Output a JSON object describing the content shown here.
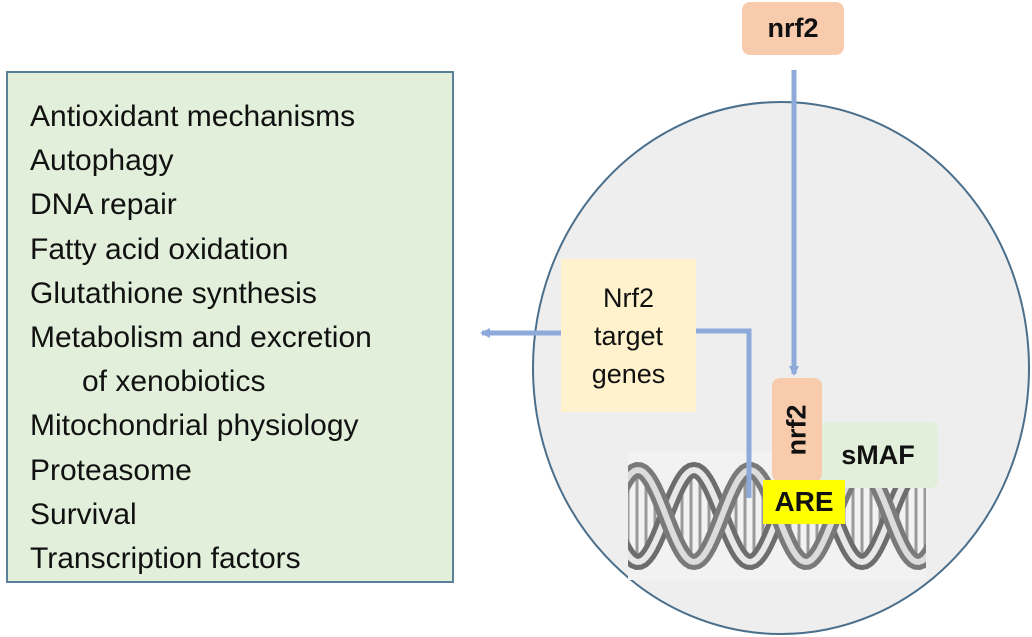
{
  "title": "",
  "functions": [
    {
      "text": "Antioxidant mechanisms",
      "indent": false
    },
    {
      "text": "Autophagy",
      "indent": false
    },
    {
      "text": "DNA repair",
      "indent": false
    },
    {
      "text": "Fatty acid oxidation",
      "indent": false
    },
    {
      "text": "Glutathione synthesis",
      "indent": false
    },
    {
      "text": "Metabolism and excretion",
      "indent": false
    },
    {
      "text": "of xenobiotics",
      "indent": true
    },
    {
      "text": "Mitochondrial physiology",
      "indent": false
    },
    {
      "text": "Proteasome",
      "indent": false
    },
    {
      "text": "Survival",
      "indent": false
    },
    {
      "text": "Transcription factors",
      "indent": false
    }
  ],
  "nodes": {
    "nrf2_cytoplasm": "nrf2",
    "nrf2_nucleus": "nrf2",
    "smaf": "sMAF",
    "are": "ARE",
    "target_genes": [
      "Nrf2",
      "target",
      "genes"
    ]
  },
  "colors": {
    "list_fill": "#e2efda",
    "list_border": "#5a7f99",
    "nrf2_fill": "#f8cbad",
    "target_fill": "#fff2cc",
    "smaf_fill": "#e2efda",
    "are_fill": "#ffff00",
    "arrow": "#8eaadb",
    "nucleus_fill": "#eeeeee",
    "nucleus_border": "#4a6f8c"
  },
  "edges": [
    {
      "from": "nrf2_cytoplasm",
      "to": "nrf2_nucleus"
    },
    {
      "from": "are",
      "to": "target_genes"
    },
    {
      "from": "target_genes",
      "to": "functions"
    }
  ]
}
